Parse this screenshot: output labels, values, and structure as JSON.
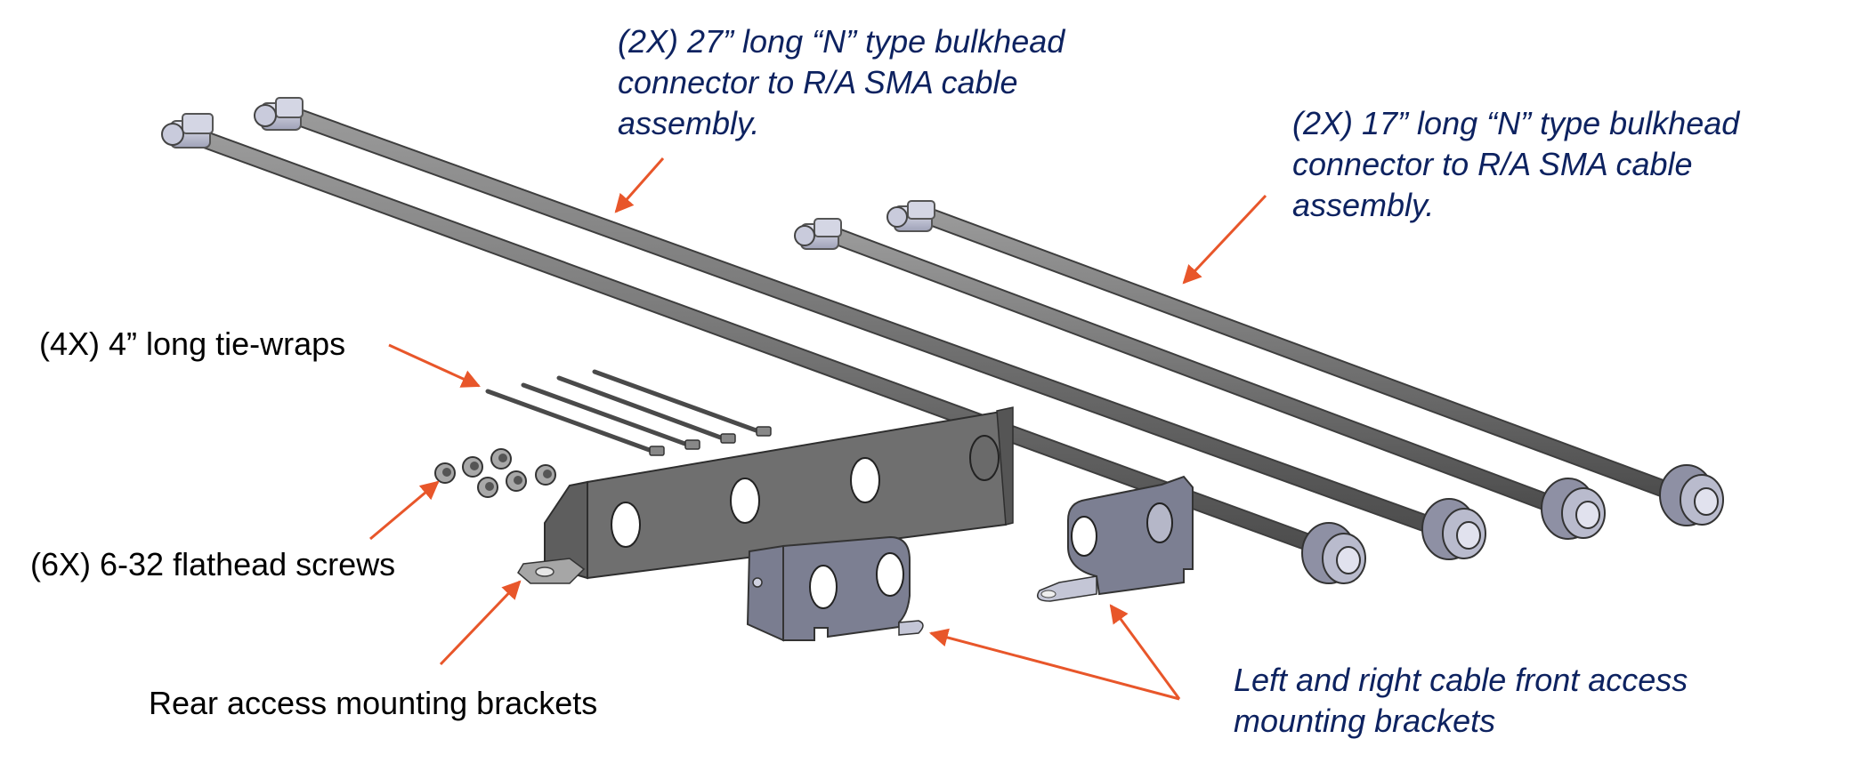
{
  "diagram": {
    "type": "exploded-assembly-illustration",
    "callouts": [
      {
        "id": "long-cables",
        "text": "(2X) 27” long “N” type bulkhead\nconnector to R/A SMA cable\nassembly.",
        "style": "italic-blue"
      },
      {
        "id": "short-cables",
        "text": "(2X) 17” long “N” type bulkhead\nconnector to R/A SMA cable\nassembly.",
        "style": "italic-blue"
      },
      {
        "id": "tie-wraps",
        "text": "(4X) 4” long tie-wraps",
        "style": "regular-black"
      },
      {
        "id": "screws",
        "text": "(6X) 6-32 flathead screws",
        "style": "regular-black"
      },
      {
        "id": "rear-brackets",
        "text": "Rear access mounting brackets",
        "style": "regular-black"
      },
      {
        "id": "front-brackets",
        "text": "Left and right cable front access\nmounting brackets",
        "style": "italic-blue"
      }
    ],
    "parts": {
      "long_cable_count": 2,
      "short_cable_count": 2,
      "tie_wrap_count": 4,
      "screw_count": 6,
      "rear_bracket_count": 1,
      "front_bracket_count": 2
    },
    "colors": {
      "callout_blue": "#0d2260",
      "callout_black": "#000000",
      "arrow": "#e8562a",
      "cable": "#6e6e6e",
      "rear_bracket": "#6f6f6f",
      "front_bracket": "#7c7f92",
      "connector": "#c9cbdc"
    }
  }
}
